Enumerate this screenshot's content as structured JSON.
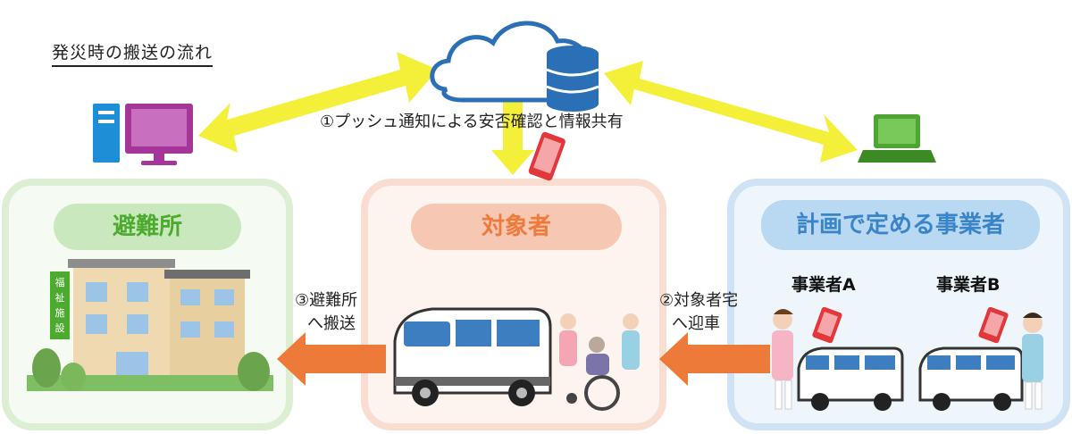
{
  "title": "発災時の搬送の流れ",
  "center_label": "①プッシュ通知による安否確認と情報共有",
  "panels": {
    "shelter": "避難所",
    "person": "対象者",
    "business": "計画で定める事業者"
  },
  "operators": {
    "a": "事業者A",
    "b": "事業者B"
  },
  "building_sign": [
    "福",
    "祉",
    "施",
    "設"
  ],
  "step2": {
    "line1": "②対象者宅",
    "line2": "へ迎車"
  },
  "step3": {
    "line1": "③避難所",
    "line2": "へ搬送"
  },
  "colors": {
    "arrow_yellow": "#f4f03a",
    "arrow_orange": "#ee7a3a",
    "shelter_green": "#4caa2f",
    "person_orange": "#f07a3a",
    "business_blue": "#3a85c9"
  }
}
